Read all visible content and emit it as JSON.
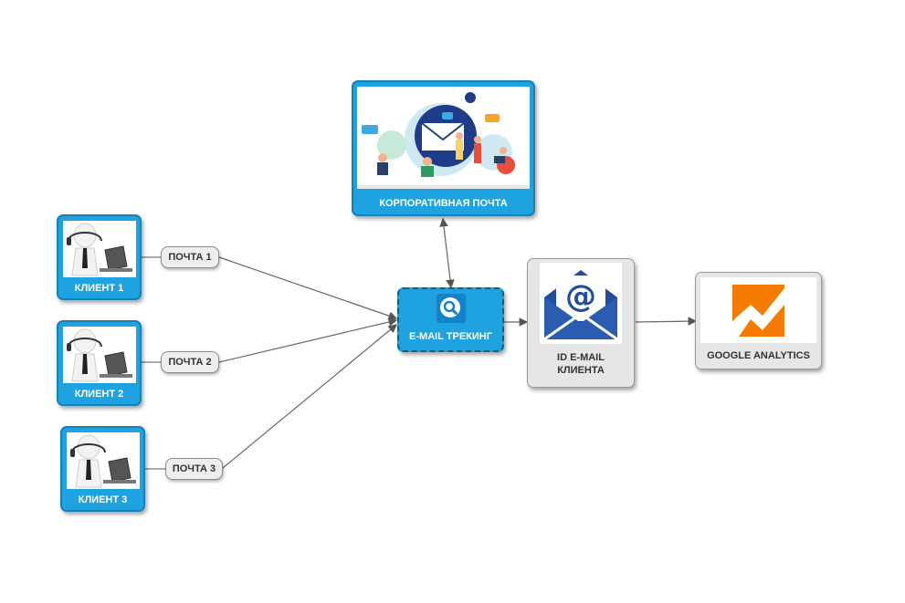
{
  "nodes": {
    "corp_mail": "КОРПОРАТИВНАЯ ПОЧТА",
    "client1": "КЛИЕНТ 1",
    "client2": "КЛИЕНТ 2",
    "client3": "КЛИЕНТ 3",
    "mail1": "ПОЧТА 1",
    "mail2": "ПОЧТА 2",
    "mail3": "ПОЧТА 3",
    "tracking": "E-MAIL ТРЕКИНГ",
    "email_id": "ID E-MAIL КЛИЕНТА",
    "analytics": "GOOGLE ANALYTICS"
  },
  "icons": {
    "client": "person-laptop-icon",
    "tracking": "magnifier-icon",
    "email_id": "envelope-at-icon",
    "analytics": "google-analytics-icon",
    "corp_mail": "team-email-illustration"
  },
  "colors": {
    "node_blue": "#1fa3e0",
    "node_grey": "#e6e6e6",
    "envelope": "#1f4e9e",
    "analytics_orange": "#f57c00"
  }
}
